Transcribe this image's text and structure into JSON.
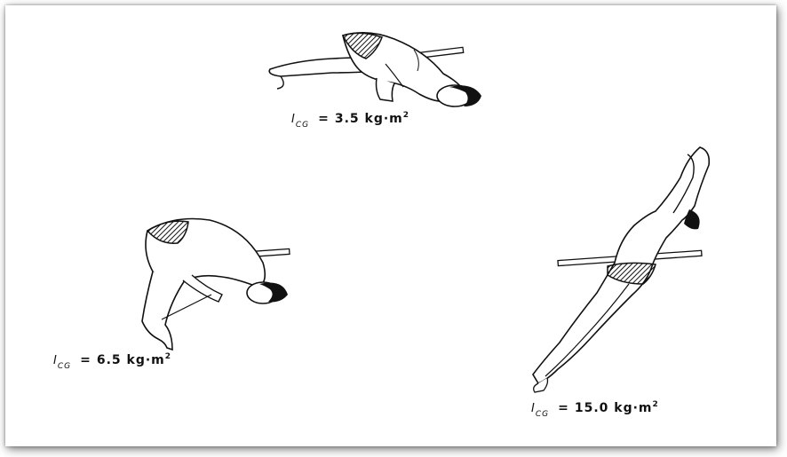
{
  "figures": [
    {
      "id": "pike",
      "pose": "pike-tuck",
      "caption": {
        "symbol": "I",
        "subscript": "CG",
        "equals": "=",
        "value": "3.5",
        "unit": "kg·m",
        "exponent": "2"
      }
    },
    {
      "id": "tuck",
      "pose": "tight-tuck",
      "caption": {
        "symbol": "I",
        "subscript": "CG",
        "equals": "=",
        "value": "6.5",
        "unit": "kg·m",
        "exponent": "2"
      }
    },
    {
      "id": "layout",
      "pose": "layout",
      "caption": {
        "symbol": "I",
        "subscript": "CG",
        "equals": "=",
        "value": "15.0",
        "unit": "kg·m",
        "exponent": "2"
      }
    }
  ]
}
